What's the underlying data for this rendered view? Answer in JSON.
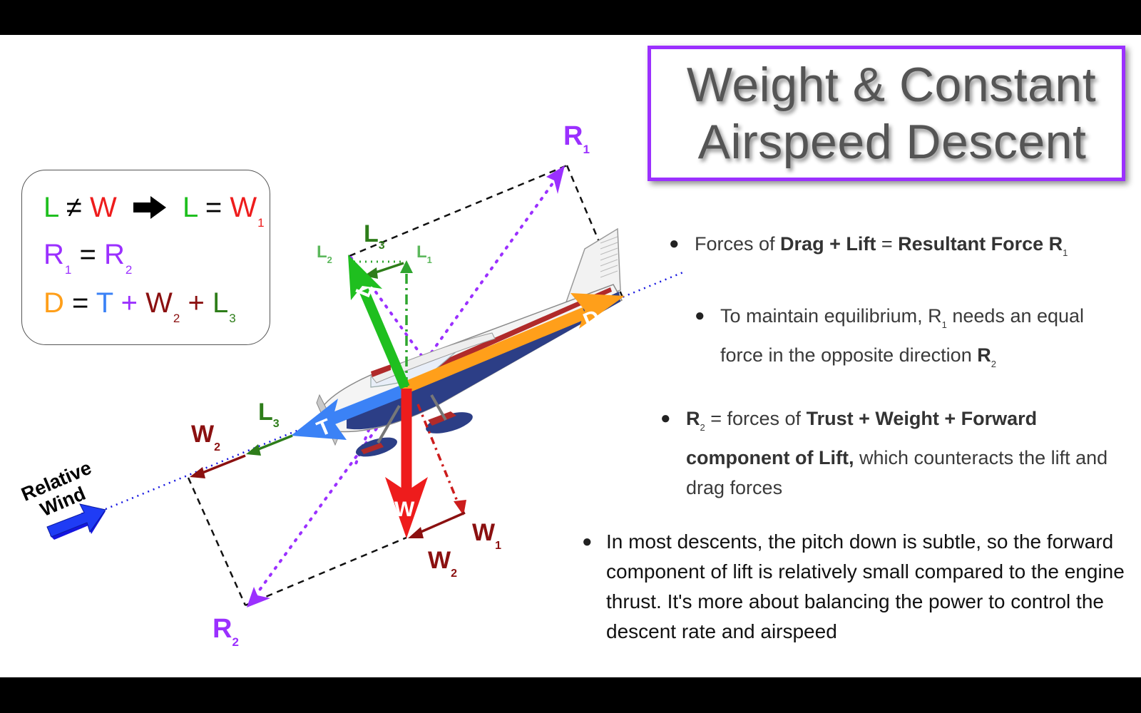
{
  "title": {
    "line1": "Weight & Constant",
    "line2": "Airspeed Descent"
  },
  "equations": {
    "row1": {
      "a": "L",
      "neq": "≠",
      "b": "W",
      "c": "L",
      "eq": "=",
      "d": "W",
      "d_sub": "1"
    },
    "row2": {
      "a": "R",
      "a_sub": "1",
      "eq": "=",
      "b": "R",
      "b_sub": "2"
    },
    "row3": {
      "a": "D",
      "eq": "=",
      "b": "T",
      "plus1": "+",
      "c": "W",
      "c_sub": "2",
      "plus2": "+",
      "d": "L",
      "d_sub": "3"
    }
  },
  "bullets": {
    "b1": {
      "dot": "●",
      "p1": "Forces of ",
      "s1": "Drag + Lift",
      "p2": " = ",
      "s2": "Resultant Force R",
      "sub": "1"
    },
    "b2": {
      "dot": "●",
      "p1": "To maintain equilibrium, R",
      "sub1": "1",
      "p2": " needs an equal force in the opposite direction ",
      "s1": "R",
      "sub2": "2"
    },
    "b3": {
      "dot": "●",
      "s1": "R",
      "sub": "2",
      "p1": " = forces of ",
      "s2": "Trust + Weight + Forward component of Lift,",
      "p2": " which counteracts the lift and drag forces"
    },
    "b4": {
      "dot": "●",
      "text": "In most descents, the pitch down is subtle, so the forward component of lift is relatively small compared to the engine thrust. It's more about balancing the power to control the descent rate and airspeed"
    }
  },
  "diagram": {
    "labels": {
      "r1": "R",
      "r1_sub": "1",
      "r2": "R",
      "r2_sub": "2",
      "l3_top": "L",
      "l3_top_sub": "3",
      "l2": "L",
      "l2_sub": "2",
      "l1": "L",
      "l1_sub": "1",
      "l3_left": "L",
      "l3_left_sub": "3",
      "w2_left": "W",
      "w2_left_sub": "2",
      "w1": "W",
      "w1_sub": "1",
      "w2_bottom": "W",
      "w2_bottom_sub": "2",
      "lift_arrow": "L",
      "drag_arrow": "D",
      "thrust_arrow": "T",
      "weight_arrow": "W",
      "relative_wind_1": "Relative",
      "relative_wind_2": "Wind"
    },
    "colors": {
      "purple": "#9b30ff",
      "green": "#1fbf1f",
      "darkgreen": "#2e7d1a",
      "red": "#ee1c1c",
      "darkred": "#8b1010",
      "orange": "#ff9f1a",
      "blue": "#3b82f6",
      "wind": "#1515e0"
    },
    "icons": [
      "airplane-icon",
      "relative-wind-arrow-icon",
      "right-arrow-icon"
    ]
  }
}
